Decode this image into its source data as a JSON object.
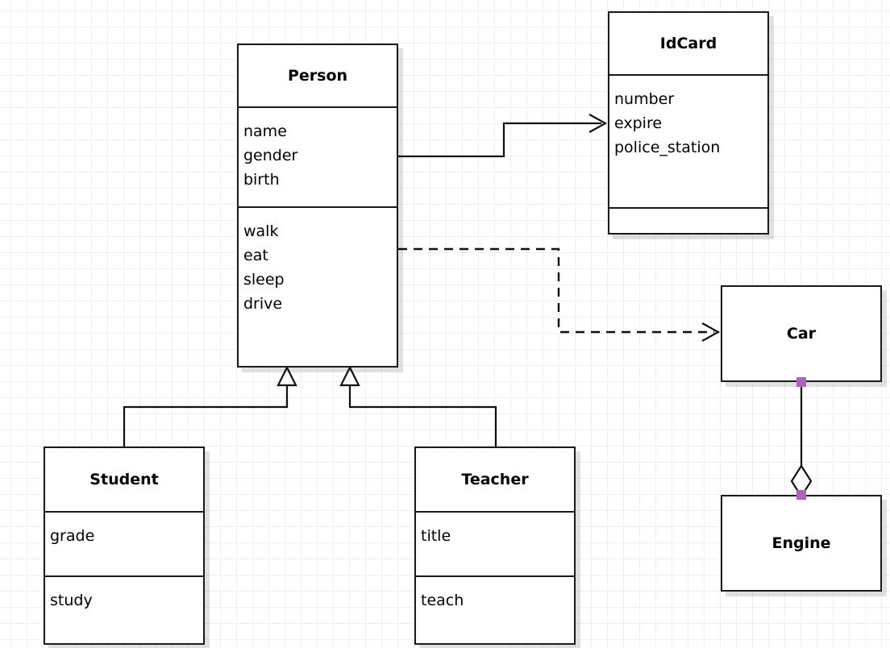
{
  "diagram": {
    "type": "uml-class-diagram",
    "background": "#ffffff",
    "grid_color": "#f0f0f0",
    "line_color": "#111111",
    "handle_color": "#b061bd"
  },
  "classes": {
    "person": {
      "name": "Person",
      "attributes": [
        "name",
        "gender",
        "birth"
      ],
      "methods": [
        "walk",
        "eat",
        "sleep",
        "drive"
      ]
    },
    "idcard": {
      "name": "IdCard",
      "attributes": [
        "number",
        "expire",
        "police_station"
      ],
      "methods": []
    },
    "student": {
      "name": "Student",
      "attributes": [
        "grade"
      ],
      "methods": [
        "study"
      ]
    },
    "teacher": {
      "name": "Teacher",
      "attributes": [
        "title"
      ],
      "methods": [
        "teach"
      ]
    },
    "car": {
      "name": "Car"
    },
    "engine": {
      "name": "Engine"
    }
  },
  "relationships": [
    {
      "id": "person-idcard",
      "kind": "association",
      "from": "Person",
      "to": "IdCard",
      "style": "solid",
      "arrow": "open-arrow"
    },
    {
      "id": "person-car",
      "kind": "dependency",
      "from": "Person",
      "to": "Car",
      "style": "dashed",
      "arrow": "open-arrow"
    },
    {
      "id": "student-person",
      "kind": "generalization",
      "from": "Student",
      "to": "Person",
      "style": "solid",
      "arrow": "hollow-triangle"
    },
    {
      "id": "teacher-person",
      "kind": "generalization",
      "from": "Teacher",
      "to": "Person",
      "style": "solid",
      "arrow": "hollow-triangle"
    },
    {
      "id": "car-engine",
      "kind": "aggregation",
      "from": "Car",
      "to": "Engine",
      "style": "solid",
      "arrow": "hollow-diamond"
    }
  ]
}
